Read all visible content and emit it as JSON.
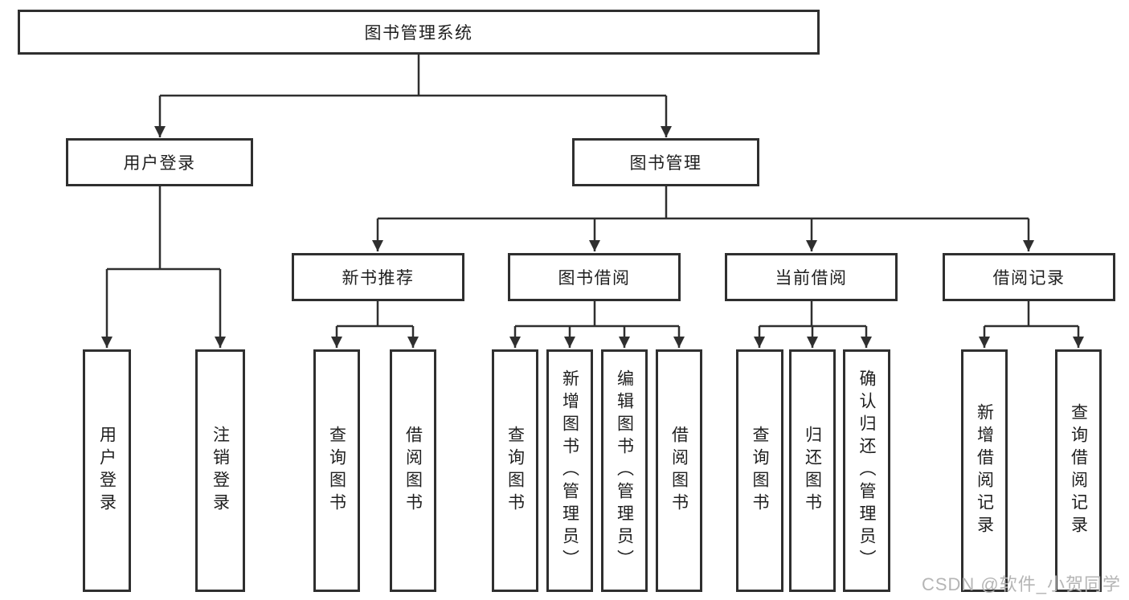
{
  "diagram_title": "图书管理系统",
  "tree": {
    "label": "图书管理系统",
    "children": [
      {
        "label": "用户登录",
        "children": [
          {
            "label": "用户登录"
          },
          {
            "label": "注销登录"
          }
        ]
      },
      {
        "label": "图书管理",
        "children": [
          {
            "label": "新书推荐",
            "children": [
              {
                "label": "查询图书"
              },
              {
                "label": "借阅图书"
              }
            ]
          },
          {
            "label": "图书借阅",
            "children": [
              {
                "label": "查询图书"
              },
              {
                "label": "新增图书（管理员）"
              },
              {
                "label": "编辑图书（管理员）"
              },
              {
                "label": "借阅图书"
              }
            ]
          },
          {
            "label": "当前借阅",
            "children": [
              {
                "label": "查询图书"
              },
              {
                "label": "归还图书"
              },
              {
                "label": "确认归还（管理员）"
              }
            ]
          },
          {
            "label": "借阅记录",
            "children": [
              {
                "label": "新增借阅记录"
              },
              {
                "label": "查询借阅记录"
              }
            ]
          }
        ]
      }
    ]
  },
  "watermark": "CSDN @软件_小贺同学",
  "colors": {
    "line": "#2f2f2f",
    "text": "#1f1f1f",
    "watermark": "#b5b5b5",
    "background": "#ffffff"
  }
}
